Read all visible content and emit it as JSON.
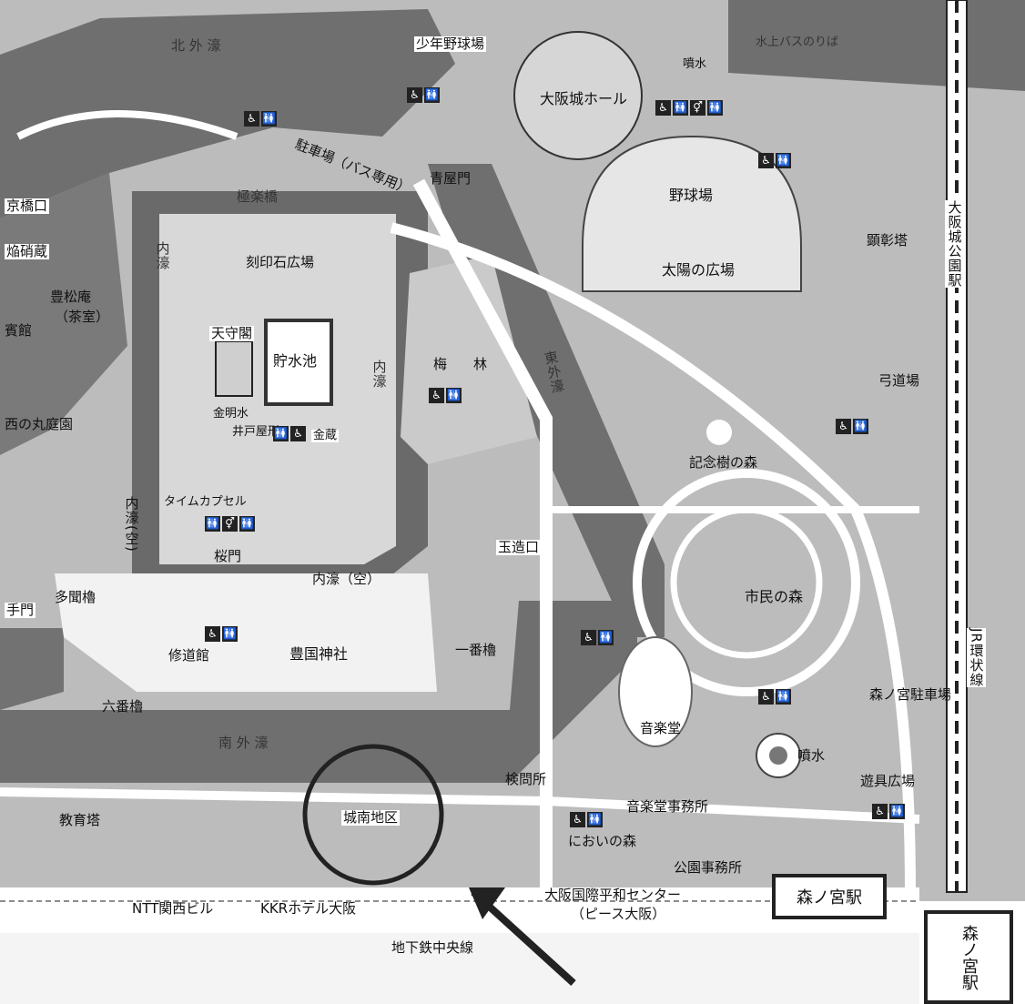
{
  "labels": {
    "kita_sotobori": "北 外 濠",
    "shonen_yakyujo": "少年野球場",
    "osakajo_hall": "大阪城ホール",
    "funsui_n": "噴水",
    "suijo_bus": "水上バスのりば",
    "chushajo_bus": "駐車場（バス専用）",
    "aoya_mon": "青屋門",
    "gokuraku_bashi": "極楽橋",
    "kyobashi_guchi": "京橋口",
    "enshogura": "焔硝蔵",
    "uchibori_nw": "内濠",
    "kokuinseki_hiroba": "刻印石広場",
    "hoshoan": "豊松庵",
    "chashitsu": "（茶室）",
    "geihinkan": "賓館",
    "tenshukaku": "天守閣",
    "chosuichi": "貯水池",
    "uchibori_e": "内濠",
    "bairin_ume": "梅",
    "bairin_hayashi": "林",
    "higashi_sotobori": "東外濠",
    "yakyujo": "野球場",
    "taiyo_hiroba": "太陽の広場",
    "kenshoto": "顕彰塔",
    "osakajo_koen_eki": "大阪城公園駅",
    "kinmeisui": "金明水",
    "ido_yakata": "井戸屋形",
    "kinzo": "金蔵",
    "nishinomaru": "西の丸庭園",
    "kyudojo": "弓道場",
    "kinenju_mori": "記念樹の森",
    "time_capsule": "タイムカプセル",
    "uchibori_kara_w": "内濠(空)",
    "sakuramon": "桜門",
    "tamatsukuri_guchi": "玉造口",
    "uchibori_kara": "内濠（空）",
    "otemon": "手門",
    "tamon_yagura": "多聞櫓",
    "shudokan": "修道館",
    "hokoku_jinja": "豊国神社",
    "ichiban_yagura": "一番櫓",
    "shimin_mori": "市民の森",
    "rokuban_yagura": "六番櫓",
    "minami_sotobori": "南 外 濠",
    "ongakudo": "音楽堂",
    "jr_kanjosen": "JR環状線",
    "morinomiya_chushajo": "森ノ宮駐車場",
    "funsui_s": "噴水",
    "kenmonsho": "検問所",
    "yugu_hiroba": "遊具広場",
    "kyoikuto": "教育塔",
    "jonan_chiku": "城南地区",
    "ongakudo_jimusho": "音楽堂事務所",
    "nioi_mori": "においの森",
    "koen_jimusho": "公園事務所",
    "peace_center": "大阪国際平和センター",
    "peace_osaka": "（ピース大阪）",
    "ntt": "NTT関西ビル",
    "kkr": "KKRホテル大阪",
    "chikatetsu": "地下鉄中央線",
    "morinomiya_eki_h": "森ノ宮駅",
    "morinomiya_eki_v": "森ノ宮駅"
  },
  "icons": {
    "accessible": "♿",
    "restroom": "🚻",
    "restroom_alt": "⚥"
  },
  "colors": {
    "moat": "#6f6f6f",
    "green": "#b9b9b9",
    "green_dark": "#a6a6a6",
    "path": "#ffffff",
    "ink": "#1a1a1a"
  }
}
